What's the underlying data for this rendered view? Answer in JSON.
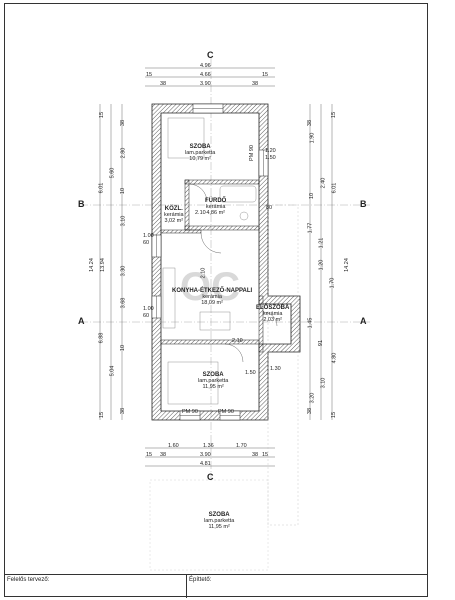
{
  "sections": {
    "a": "A",
    "b": "B",
    "c": "C"
  },
  "dims_top": [
    "4.96",
    "4.66",
    "15",
    "15",
    "38",
    "3.90",
    "38"
  ],
  "dims_bottom": [
    "1.60",
    "1.36",
    "1.70",
    "15",
    "15",
    "38",
    "3.90",
    "38",
    "4.81"
  ],
  "dims_left": [
    "15",
    "38",
    "2.80",
    "5.60",
    "6.01",
    "10",
    "3.10",
    "14.24",
    "13.94",
    "3.30",
    "3.68",
    "6.88",
    "10",
    "5.04",
    "38",
    "15"
  ],
  "dims_right": [
    "15",
    "38",
    "1.90",
    "2.40",
    "6.01",
    "10",
    "1.77",
    "1.21",
    "1.20",
    "14.24",
    "1.70",
    "1.45",
    "91",
    "4.80",
    "3.10",
    "3.20",
    "38",
    "15"
  ],
  "rooms": [
    {
      "name": "SZOBA",
      "floor": "lam.parketta",
      "area": "10,79 m²"
    },
    {
      "name": "FÜRDŐ",
      "floor": "kerámia",
      "area": "4,86 m²"
    },
    {
      "name": "KÖZL.",
      "floor": "kerámia",
      "area": "3,02 m²"
    },
    {
      "name": "KONYHA-ÉTKEZŐ-NAPPALI",
      "floor": "kerámia",
      "area": "18,09 m²"
    },
    {
      "name": "ELŐSZOBA",
      "floor": "kerámia",
      "area": "2,03 m²"
    },
    {
      "name": "SZOBA",
      "floor": "lam.parketta",
      "area": "11,95 m²"
    }
  ],
  "lower_room": {
    "name": "SZOBA",
    "floor": "lam.parketta",
    "area": "11,95 m²"
  },
  "openings": [
    "PM 90",
    "1.20",
    "1.50",
    "80",
    "2.10",
    "60",
    "1.00",
    "2.10",
    "60",
    "1.00",
    "2.10",
    "PM 90",
    "PM 90",
    "1.30",
    "1.50"
  ],
  "title_block": {
    "designer_label": "Felelős tervező:",
    "builder_label": "Építtető:"
  }
}
